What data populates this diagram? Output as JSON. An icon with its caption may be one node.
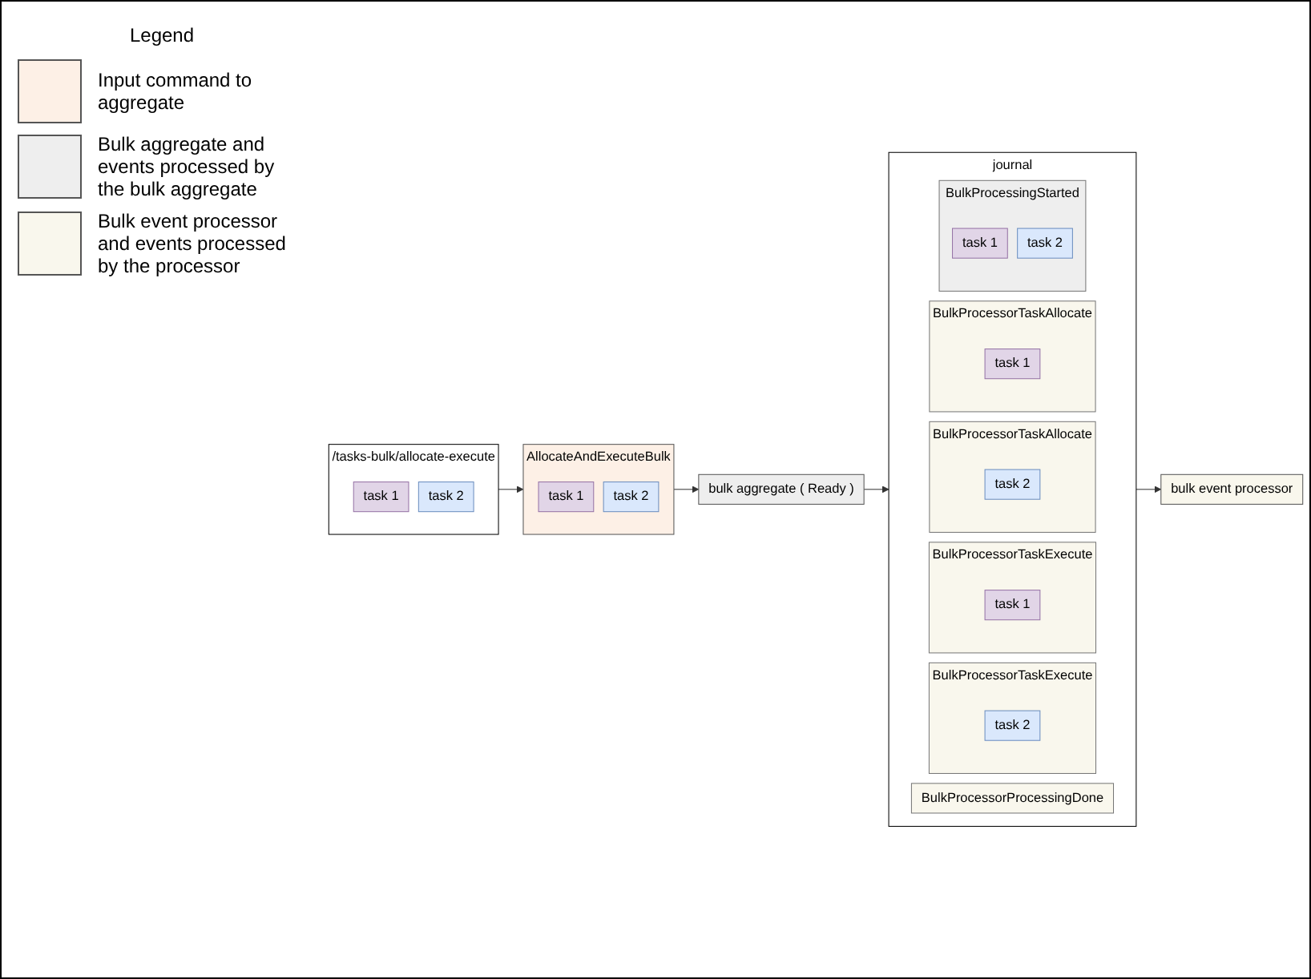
{
  "diagram": {
    "nodes": [
      {
        "text": [
          "/tasks-bulk/allocate-execute"
        ]
      },
      {
        "text": [
          "task 1"
        ],
        "in": 0
      },
      {
        "text": [
          "task 2"
        ],
        "in": 0
      },
      {
        "text": [
          "AllocateAndExecuteBulk"
        ]
      },
      {
        "text": [
          "task 1"
        ],
        "in": 3
      },
      {
        "text": [
          "task 2"
        ],
        "in": 3
      },
      {
        "text": [
          "bulk aggregate ( Ready )"
        ]
      },
      {
        "text": [
          "bulk event processor"
        ]
      },
      {
        "text": [
          "journal"
        ]
      },
      {
        "text": [
          "BulkProcessingStarted"
        ],
        "in": 8
      },
      {
        "text": [
          "task 1"
        ],
        "in": 9
      },
      {
        "text": [
          "task 2"
        ],
        "in": 9
      },
      {
        "text": [
          "BulkProcessorTaskAllocate"
        ],
        "in": 8
      },
      {
        "text": [
          "task 1"
        ],
        "in": 12
      },
      {
        "text": [
          "BulkProcessorTaskAllocate"
        ],
        "in": 8
      },
      {
        "text": [
          "task 2"
        ],
        "in": 14
      },
      {
        "text": [
          "BulkProcessorTaskExecute"
        ],
        "in": 8
      },
      {
        "text": [
          "task 1"
        ],
        "in": 16
      },
      {
        "text": [
          "BulkProcessorTaskExecute"
        ],
        "in": 8
      },
      {
        "text": [
          "task 2"
        ],
        "in": 18
      },
      {
        "text": [
          "BulkProcessorProcessingDone"
        ],
        "in": 8
      }
    ],
    "edges": [
      {
        "from": 0,
        "to": 3,
        "arrow": "to"
      },
      {
        "from": 3,
        "to": 6,
        "arrow": "to"
      },
      {
        "from": 6,
        "to": 8,
        "arrow": "to"
      },
      {
        "from": 8,
        "to": 7,
        "arrow": "to"
      }
    ],
    "labels": [
      "Legend"
    ],
    "legend": [
      {
        "text": "Input command to aggregate",
        "color": "#fdf0e6"
      },
      {
        "text": "Bulk aggregate and events processed by the bulk aggregate",
        "color": "#eeeeee"
      },
      {
        "text": "Bulk event processor and events processed by the processor",
        "color": "#f9f7ed"
      }
    ]
  }
}
